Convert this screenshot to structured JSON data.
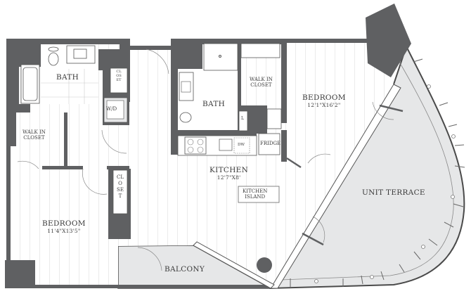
{
  "floorplan": {
    "rooms": [
      {
        "id": "bath-left",
        "name": "BATH"
      },
      {
        "id": "bath-right",
        "name": "BATH"
      },
      {
        "id": "closet-top",
        "name": "CLOSET"
      },
      {
        "id": "washer-dryer",
        "name": "W/D"
      },
      {
        "id": "walk-in-closet-left",
        "name": "WALK IN\nCLOSET",
        "line1": "WALK IN",
        "line2": "CLOSET"
      },
      {
        "id": "walk-in-closet-right",
        "name": "WALK IN CLOSET",
        "line1": "WALK IN",
        "line2": "CLOSET"
      },
      {
        "id": "bedroom-master",
        "name": "BEDROOM",
        "dimensions": "12'1\"X16'2\""
      },
      {
        "id": "kitchen",
        "name": "KITCHEN",
        "dimensions": "12'7\"X8'"
      },
      {
        "id": "kitchen-island",
        "name": "KITCHEN ISLAND",
        "line1": "KITCHEN",
        "line2": "ISLAND"
      },
      {
        "id": "fridge",
        "name": "FRIDGE"
      },
      {
        "id": "dishwasher",
        "name": "DW"
      },
      {
        "id": "linen",
        "name": "L"
      },
      {
        "id": "closet-mid",
        "name": "CLOSET"
      },
      {
        "id": "bedroom-second",
        "name": "BEDROOM",
        "dimensions": "11'4\"X13'5\""
      },
      {
        "id": "balcony",
        "name": "BALCONY"
      },
      {
        "id": "unit-terrace",
        "name": "UNIT TERRACE"
      }
    ],
    "colors": {
      "wall": "#5f6062",
      "floor_lines": "#e8e8e8",
      "terrace": "#e6e7e8",
      "outline": "#4a4a4a",
      "text": "#3a3a3a"
    }
  }
}
